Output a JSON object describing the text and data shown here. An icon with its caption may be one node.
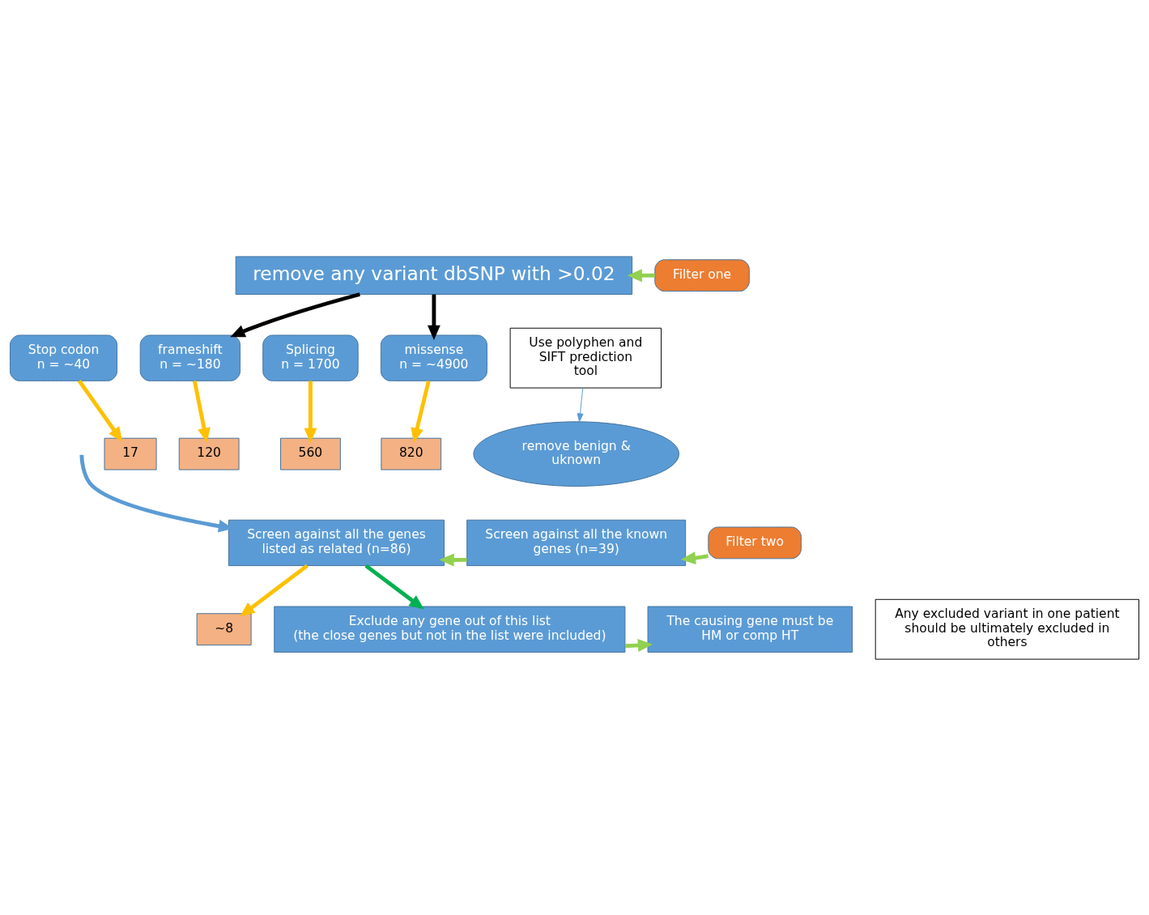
{
  "diagram": {
    "nodes": [
      {
        "text": [
          "remove any variant dbSNP with >0.02"
        ]
      },
      {
        "text": [
          "Filter one"
        ]
      },
      {
        "text": [
          "Stop codon",
          "n = ~40"
        ]
      },
      {
        "text": [
          "frameshift",
          "n = ~180"
        ]
      },
      {
        "text": [
          "Splicing",
          "n = 1700"
        ]
      },
      {
        "text": [
          "missense",
          "n = ~4900"
        ]
      },
      {
        "text": [
          "Use polyphen and SIFT prediction tool"
        ]
      },
      {
        "text": [
          "17"
        ]
      },
      {
        "text": [
          "120"
        ]
      },
      {
        "text": [
          "560"
        ]
      },
      {
        "text": [
          "820"
        ]
      },
      {
        "text": [
          "remove benign & uknown"
        ]
      },
      {
        "text": [
          "Screen against all the genes",
          "listed as related (n=86)"
        ]
      },
      {
        "text": [
          "Screen against all the known genes (n=39)"
        ]
      },
      {
        "text": [
          "Filter two"
        ]
      },
      {
        "text": [
          "Any excluded variant in one patient should be ultimately excluded in others"
        ]
      },
      {
        "text": [
          "~8"
        ]
      },
      {
        "text": [
          "Exclude any gene out of this list",
          "(the close genes but not in the list were included)"
        ]
      },
      {
        "text": [
          "The causing gene must be HM or comp HT"
        ]
      }
    ],
    "edges": [
      {
        "from": 0,
        "to": 3,
        "arrow": "to",
        "color": "#000000"
      },
      {
        "from": 0,
        "to": 5,
        "arrow": "to",
        "color": "#000000"
      },
      {
        "from": 1,
        "to": 0,
        "arrow": "to",
        "color": "#92d050"
      },
      {
        "from": 2,
        "to": 7,
        "arrow": "to",
        "color": "#ffc000"
      },
      {
        "from": 3,
        "to": 8,
        "arrow": "to",
        "color": "#ffc000"
      },
      {
        "from": 4,
        "to": 9,
        "arrow": "to",
        "color": "#ffc000"
      },
      {
        "from": 5,
        "to": 10,
        "arrow": "to",
        "color": "#ffc000"
      },
      {
        "from": 6,
        "to": 11,
        "arrow": "to",
        "color": "#5b9bd5"
      },
      {
        "from": null,
        "to": 12,
        "arrow": "to",
        "color": "#5b9bd5"
      },
      {
        "from": 14,
        "to": 13,
        "arrow": "to",
        "color": "#92d050"
      },
      {
        "from": 13,
        "to": 12,
        "arrow": "to",
        "color": "#92d050"
      },
      {
        "from": 12,
        "to": 16,
        "arrow": "to",
        "color": "#ffc000"
      },
      {
        "from": 12,
        "to": 17,
        "arrow": "to",
        "color": "#00b050"
      },
      {
        "from": 17,
        "to": 18,
        "arrow": "to",
        "color": "#92d050"
      }
    ]
  }
}
